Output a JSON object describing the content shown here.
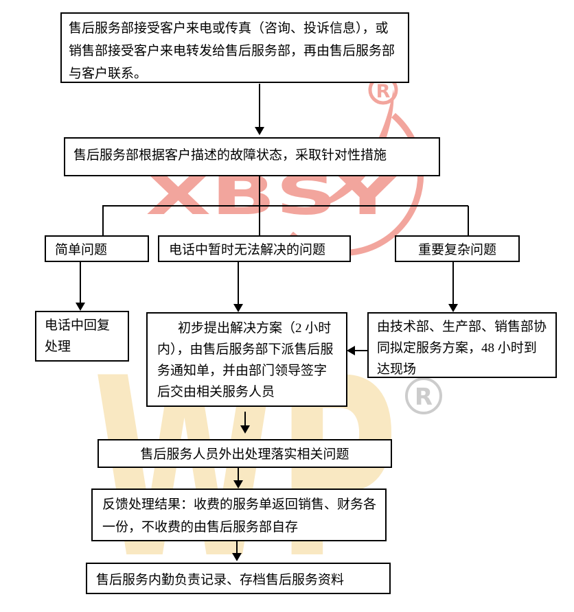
{
  "flowchart": {
    "nodes": [
      {
        "id": "receive",
        "text": "售后服务部接受客户来电或传真（咨询、投诉信息），或销售部接受客户来电转发给售后服务部，再由售后服务部与客户联系。"
      },
      {
        "id": "assess",
        "text": "售后服务部根据客户描述的故障状态，采取针对性措施"
      },
      {
        "id": "simple",
        "text": "简单问题"
      },
      {
        "id": "phone_unsolvable",
        "text": "电话中暂时无法解决的问题"
      },
      {
        "id": "complex",
        "text": "重要复杂问题"
      },
      {
        "id": "phone_reply",
        "text": "电话中回复处理"
      },
      {
        "id": "solution",
        "text": "初步提出解决方案（2 小时内），由售后服务部下派售后服务通知单，并由部门领导签字后交由相关服务人员"
      },
      {
        "id": "tech_plan",
        "text": "由技术部、生产部、销售部协同拟定服务方案，48 小时到达现场"
      },
      {
        "id": "field_work",
        "text": "售后服务人员外出处理落实相关问题"
      },
      {
        "id": "feedback",
        "text": "反馈处理结果：收费的服务单返回销售、财务各一份，不收费的由售后服务部自存"
      },
      {
        "id": "record",
        "text": "售后服务内勤负责记录、存档售后服务资料"
      }
    ],
    "edges": [
      {
        "from": "receive",
        "to": "assess",
        "arrow": true
      },
      {
        "from": "assess",
        "to": "simple",
        "arrow": false
      },
      {
        "from": "assess",
        "to": "phone_unsolvable",
        "arrow": false
      },
      {
        "from": "assess",
        "to": "complex",
        "arrow": false
      },
      {
        "from": "simple",
        "to": "phone_reply",
        "arrow": true
      },
      {
        "from": "phone_unsolvable",
        "to": "solution",
        "arrow": true
      },
      {
        "from": "complex",
        "to": "tech_plan",
        "arrow": true
      },
      {
        "from": "tech_plan",
        "to": "solution",
        "arrow": true
      },
      {
        "from": "solution",
        "to": "field_work",
        "arrow": true
      },
      {
        "from": "field_work",
        "to": "feedback",
        "arrow": true
      },
      {
        "from": "feedback",
        "to": "record",
        "arrow": true
      }
    ]
  },
  "watermarks": {
    "xbsy_text": "XBSY",
    "wp_text": "WP",
    "registered_letter": "R",
    "red_color": "#f2a59d",
    "yellow_color": "#f9e8c2",
    "gray_color": "#cccccc"
  }
}
